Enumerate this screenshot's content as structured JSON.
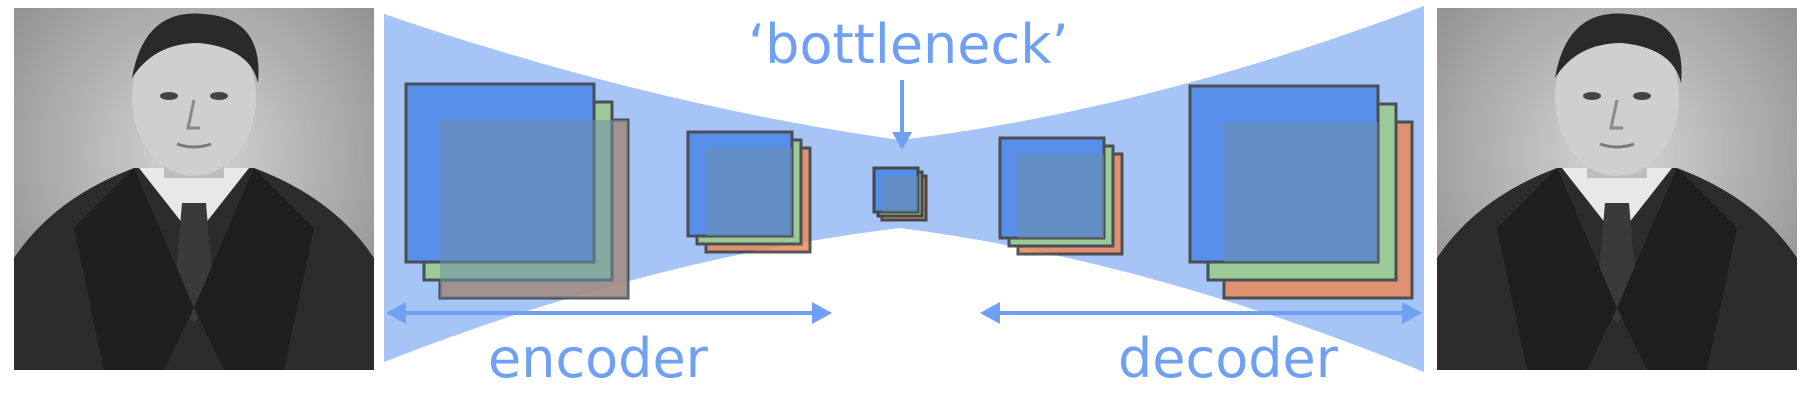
{
  "labels": {
    "bottleneck": "‘bottleneck’",
    "encoder": "encoder",
    "decoder": "decoder"
  },
  "colors": {
    "funnel": "#a7c4f6",
    "text": "#6fa0f2",
    "arrow": "#6fa0f2",
    "layer_blue": "#4a86e8",
    "layer_green": "#9acc86",
    "layer_orange": "#e98a5a",
    "outline": "#3a3a3a"
  },
  "images": {
    "input_photo": "portrait-photo",
    "output_photo": "portrait-photo"
  }
}
